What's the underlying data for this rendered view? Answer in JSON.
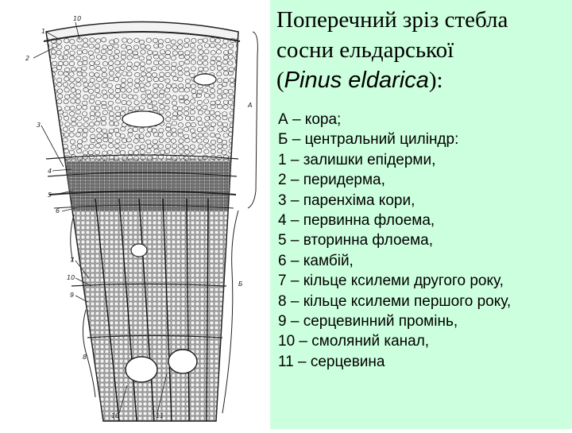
{
  "title": {
    "line1": "Поперечний зріз стебла",
    "line2": "сосни ельдарської",
    "paren_open": "(",
    "latin": "Pinus eldarica",
    "paren_close": "):"
  },
  "legend": [
    "А – кора;",
    "Б – центральний циліндр:",
    "1 – залишки епідерми,",
    "2 – перидерма,",
    "3 – паренхіма кори,",
    "4 – первинна флоема,",
    "5 – вторинна флоема,",
    "6 – камбій,",
    "7 – кільце ксилеми другого року,",
    "8 – кільце ксилеми першого року,",
    "9 – серцевинний промінь,",
    "10 – смоляний канал,",
    "11 – серцевина"
  ],
  "figure_labels": {
    "l10top": "10",
    "l1": "1",
    "l2": "2",
    "l3": "3",
    "l4": "4",
    "l5": "5",
    "l6": "6",
    "l7": "7",
    "l10mid": "10",
    "l9": "9",
    "l8": "8",
    "l10bot": "10",
    "l11": "11",
    "bracketA": "A",
    "bracketB": "Б"
  },
  "colors": {
    "right_panel_bg": "#ccffdd",
    "left_panel_bg": "#ffffff",
    "ink": "#222222"
  }
}
